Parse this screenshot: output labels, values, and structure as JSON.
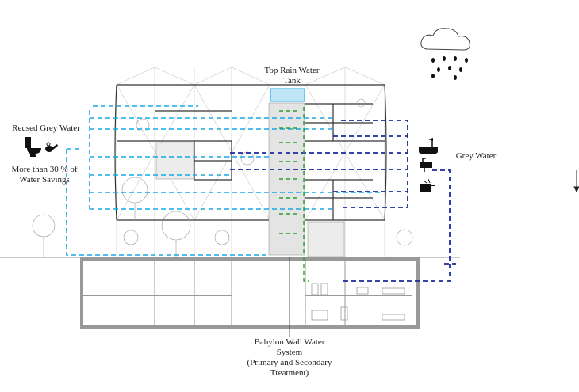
{
  "labels": {
    "top_tank_line1": "Top Rain Water",
    "top_tank_line2": "Tank",
    "reused_grey_water": "Reused Grey Water",
    "savings_line1": "More than 30 % of",
    "savings_line2": "Water Savings",
    "grey_water": "Grey Water",
    "babylon_line1": "Babylon Wall Water",
    "babylon_line2": "System",
    "babylon_line3": "(Primary and Secondary",
    "babylon_line4": "Treatment)"
  },
  "colors": {
    "reused_water_line": "#1aa7e8",
    "grey_water_line": "#1a2a9c",
    "treatment_line": "#2aa02a",
    "structure": "#9a9a9a",
    "tank": "#bfe6f7"
  },
  "icons": [
    "rain-cloud-icon",
    "toilet-icon",
    "watering-can-icon",
    "bathtub-shower-icon",
    "sink-icon",
    "cooking-pot-icon",
    "down-arrow-icon"
  ]
}
